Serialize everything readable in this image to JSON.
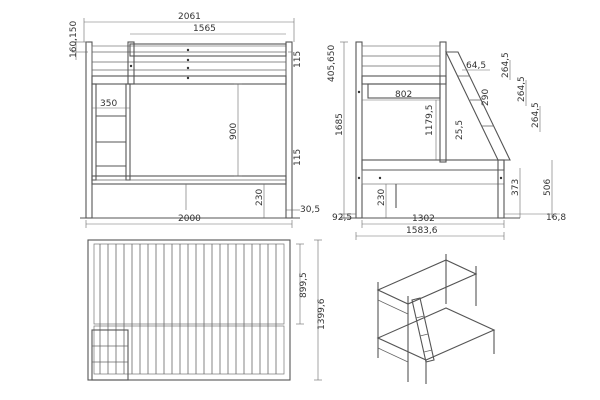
{
  "front_view": {
    "overall_width": "2061",
    "rail_length": "1565",
    "top_offset": "160,150",
    "guard_height_upper": "115",
    "ladder_width": "350",
    "bunk_spacing": "900",
    "guard_height_lower": "115",
    "floor_clearance": "230",
    "foot_offset": "30,5",
    "mattress_length": "2000"
  },
  "side_view": {
    "top_offset": "405,650",
    "total_height": "1685",
    "upper_width": "802",
    "inner_height": "1179,5",
    "step_thickness": "25,5",
    "step_depth": "64,5",
    "step_height_1": "264,5",
    "step_offset": "290",
    "step_height_2": "264,5",
    "step_height_3": "264,5",
    "lower_bed_height": "506",
    "first_step_height": "373",
    "floor_clearance": "230",
    "left_overhang": "92,5",
    "lower_width": "1302",
    "right_overhang": "16,8",
    "overall_depth": "1583,6"
  },
  "top_view": {
    "upper_width": "899,5",
    "lower_width": "1399,6"
  }
}
